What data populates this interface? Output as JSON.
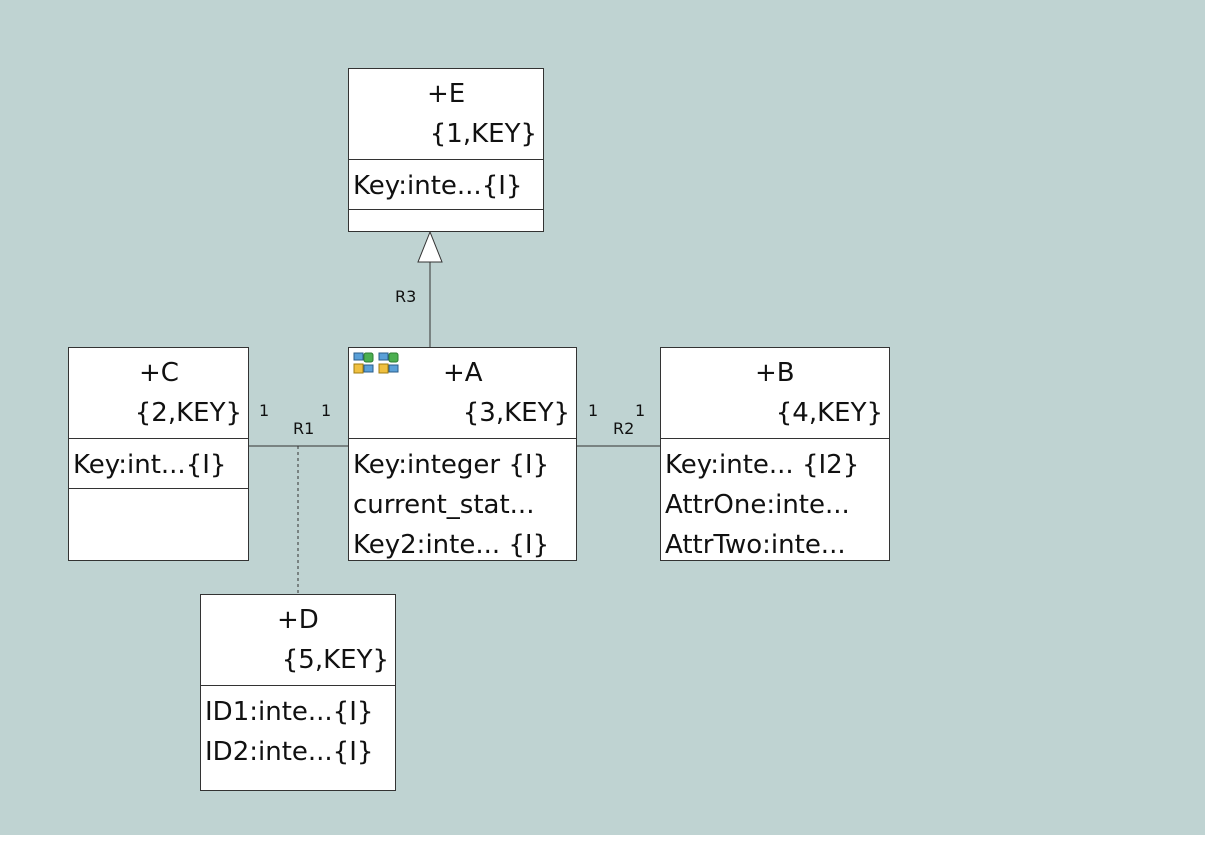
{
  "classes": {
    "E": {
      "name": "+E",
      "key": "{1,KEY}",
      "attrs": [
        "Key:inte...{I}"
      ]
    },
    "C": {
      "name": "+C",
      "key": "{2,KEY}",
      "attrs": [
        "Key:int...{I}"
      ]
    },
    "A": {
      "name": "+A",
      "key": "{3,KEY}",
      "attrs": [
        "Key:integer {I}",
        "current_stat...",
        "Key2:inte... {I}"
      ]
    },
    "B": {
      "name": "+B",
      "key": "{4,KEY}",
      "attrs": [
        "Key:inte... {I2}",
        "AttrOne:inte...",
        "AttrTwo:inte..."
      ]
    },
    "D": {
      "name": "+D",
      "key": "{5,KEY}",
      "attrs": [
        "ID1:inte...{I}",
        "ID2:inte...{I}"
      ]
    }
  },
  "relationships": {
    "R1": {
      "label": "R1",
      "mult_left": "1",
      "mult_right": "1"
    },
    "R2": {
      "label": "R2",
      "mult_left": "1",
      "mult_right": "1"
    },
    "R3": {
      "label": "R3"
    }
  },
  "icons": [
    "state-machine-icon",
    "state-model-icon"
  ],
  "colors": {
    "background": "#bfd3d2",
    "box": "#ffffff",
    "line": "#333333"
  }
}
